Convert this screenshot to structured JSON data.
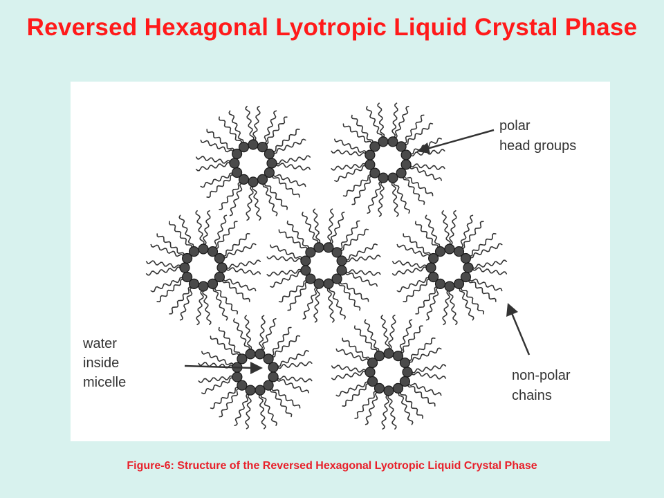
{
  "slide": {
    "title": "Reversed Hexagonal Lyotropic Liquid Crystal Phase",
    "caption": "Figure-6: Structure of the Reversed Hexagonal Lyotropic Liquid Crystal Phase"
  },
  "diagram": {
    "labels": {
      "polar_line1": "polar",
      "polar_line2": "head groups",
      "water_line1": "water",
      "water_line2": "inside",
      "water_line3": "micelle",
      "nonpolar_line1": "non-polar",
      "nonpolar_line2": "chains"
    }
  },
  "colors": {
    "background": "#d8f2ee",
    "title": "#ff1a1a",
    "caption": "#e8202a",
    "figure_background": "#ffffff",
    "ink": "#333333",
    "head_fill": "#4a4a4a"
  }
}
